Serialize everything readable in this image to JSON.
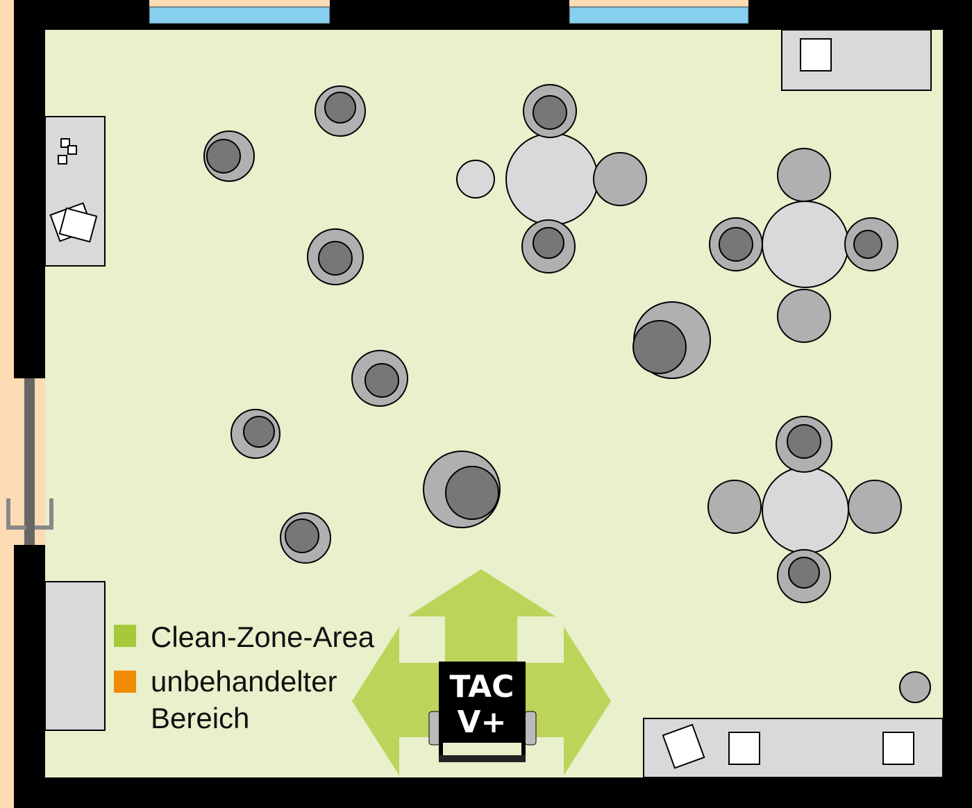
{
  "colors": {
    "outside": "#fddcb5",
    "floor": "#e8f0cc",
    "wall": "#000000",
    "window": "#87cfee",
    "furniture": "#d9d9d9",
    "person": "#9a9a9a",
    "clean_zone": "#a8c83c",
    "arrow": "#bcd45a",
    "untreated": "#f08c00"
  },
  "legend": {
    "items": [
      {
        "label": "Clean-Zone-Area",
        "color": "#a8c83c"
      },
      {
        "label": "unbehandelter",
        "label2": "Bereich",
        "color": "#f08c00"
      }
    ]
  },
  "device": {
    "line1": "TAC",
    "line2": "V+"
  }
}
